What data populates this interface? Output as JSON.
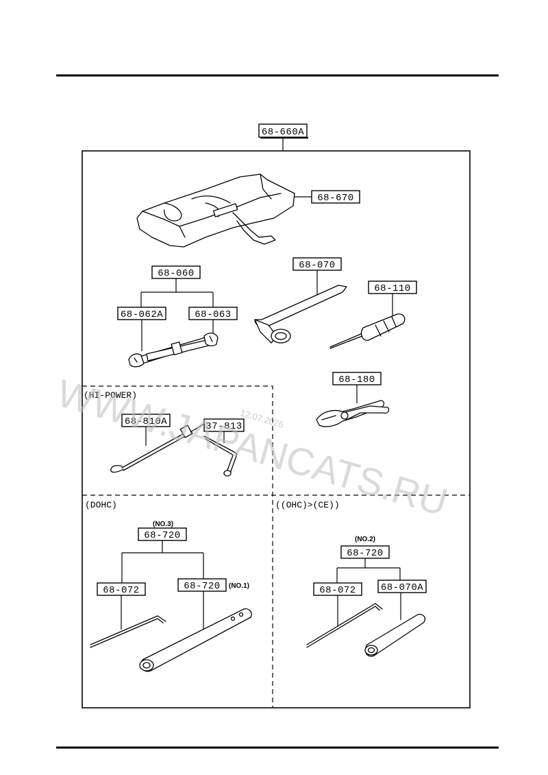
{
  "main_part": "68-660A",
  "parts": {
    "tool_bag": "68-670",
    "wrench_set": "68-060",
    "wrench_a": "68-062A",
    "wrench_b": "68-063",
    "wheel_wrench": "68-070",
    "screwdriver": "68-110",
    "pliers": "68-180",
    "hp_handle": "68-810A",
    "hp_crank": "37-813",
    "dohc_spark_set": "68-720",
    "dohc_hex": "68-072",
    "dohc_plug_wrench": "68-720",
    "ohc_spark_set": "68-720",
    "ohc_hex": "68-072",
    "ohc_plug_wrench": "68-070A"
  },
  "sections": {
    "hi_power": "(HI-POWER)",
    "dohc": "(DOHC)",
    "ohc_ce": "((OHC)>(CE))"
  },
  "notes": {
    "dohc_set": "(NO.3)",
    "dohc_plug": "(NO.1)",
    "ohc_set": "(NO.2)"
  },
  "watermark": {
    "text": "WWW.JAPANCATS.RU",
    "date": "12.07.2026"
  }
}
